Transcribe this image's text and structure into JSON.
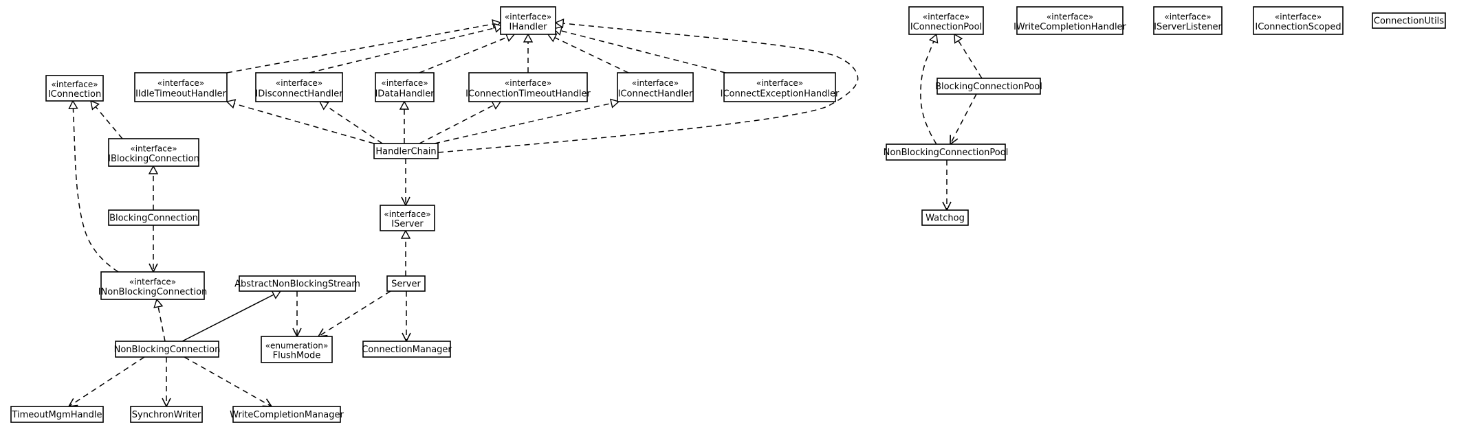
{
  "diagram": {
    "classes": [
      {
        "id": "IHandler",
        "stereotype": "«interface»",
        "name": "IHandler"
      },
      {
        "id": "IConnection",
        "stereotype": "«interface»",
        "name": "IConnection"
      },
      {
        "id": "IIdleTimeoutHandler",
        "stereotype": "«interface»",
        "name": "IIdleTimeoutHandler"
      },
      {
        "id": "IDisconnectHandler",
        "stereotype": "«interface»",
        "name": "IDisconnectHandler"
      },
      {
        "id": "IDataHandler",
        "stereotype": "«interface»",
        "name": "IDataHandler"
      },
      {
        "id": "IConnectionTimeoutHandler",
        "stereotype": "«interface»",
        "name": "IConnectionTimeoutHandler"
      },
      {
        "id": "IConnectHandler",
        "stereotype": "«interface»",
        "name": "IConnectHandler"
      },
      {
        "id": "IConnectExceptionHandler",
        "stereotype": "«interface»",
        "name": "IConnectExceptionHandler"
      },
      {
        "id": "IBlockingConnection",
        "stereotype": "«interface»",
        "name": "IBlockingConnection"
      },
      {
        "id": "HandlerChain",
        "stereotype": "",
        "name": "HandlerChain"
      },
      {
        "id": "IServer",
        "stereotype": "«interface»",
        "name": "IServer"
      },
      {
        "id": "BlockingConnection",
        "stereotype": "",
        "name": "BlockingConnection"
      },
      {
        "id": "INonBlockingConnection",
        "stereotype": "«interface»",
        "name": "INonBlockingConnection"
      },
      {
        "id": "AbstractNonBlockingStream",
        "stereotype": "",
        "name": "AbstractNonBlockingStream"
      },
      {
        "id": "Server",
        "stereotype": "",
        "name": "Server"
      },
      {
        "id": "NonBlockingConnection",
        "stereotype": "",
        "name": "NonBlockingConnection"
      },
      {
        "id": "FlushMode",
        "stereotype": "«enumeration»",
        "name": "FlushMode"
      },
      {
        "id": "ConnectionManager",
        "stereotype": "",
        "name": "ConnectionManager"
      },
      {
        "id": "TimeoutMgmHandle",
        "stereotype": "",
        "name": "TimeoutMgmHandle"
      },
      {
        "id": "SynchronWriter",
        "stereotype": "",
        "name": "SynchronWriter"
      },
      {
        "id": "WriteCompletionManager",
        "stereotype": "",
        "name": "WriteCompletionManager"
      },
      {
        "id": "IConnectionPool",
        "stereotype": "«interface»",
        "name": "IConnectionPool"
      },
      {
        "id": "IWriteCompletionHandler",
        "stereotype": "«interface»",
        "name": "IWriteCompletionHandler"
      },
      {
        "id": "IServerListener",
        "stereotype": "«interface»",
        "name": "IServerListener"
      },
      {
        "id": "IConnectionScoped",
        "stereotype": "«interface»",
        "name": "IConnectionScoped"
      },
      {
        "id": "ConnectionUtils",
        "stereotype": "",
        "name": "ConnectionUtils"
      },
      {
        "id": "BlockingConnectionPool",
        "stereotype": "",
        "name": "BlockingConnectionPool"
      },
      {
        "id": "NonBlockingConnectionPool",
        "stereotype": "",
        "name": "NonBlockingConnectionPool"
      },
      {
        "id": "Watchog",
        "stereotype": "",
        "name": "Watchog"
      }
    ],
    "relations": [
      {
        "from": "IIdleTimeoutHandler",
        "to": "IHandler",
        "kind": "realization"
      },
      {
        "from": "IDisconnectHandler",
        "to": "IHandler",
        "kind": "realization"
      },
      {
        "from": "IDataHandler",
        "to": "IHandler",
        "kind": "realization"
      },
      {
        "from": "IConnectionTimeoutHandler",
        "to": "IHandler",
        "kind": "realization"
      },
      {
        "from": "IConnectHandler",
        "to": "IHandler",
        "kind": "realization"
      },
      {
        "from": "IConnectExceptionHandler",
        "to": "IHandler",
        "kind": "realization"
      },
      {
        "from": "HandlerChain",
        "to": "IHandler",
        "kind": "realization"
      },
      {
        "from": "HandlerChain",
        "to": "IIdleTimeoutHandler",
        "kind": "realization"
      },
      {
        "from": "HandlerChain",
        "to": "IDisconnectHandler",
        "kind": "realization"
      },
      {
        "from": "HandlerChain",
        "to": "IDataHandler",
        "kind": "realization"
      },
      {
        "from": "HandlerChain",
        "to": "IConnectionTimeoutHandler",
        "kind": "realization"
      },
      {
        "from": "HandlerChain",
        "to": "IConnectHandler",
        "kind": "realization"
      },
      {
        "from": "HandlerChain",
        "to": "IServer",
        "kind": "dependency"
      },
      {
        "from": "IBlockingConnection",
        "to": "IConnection",
        "kind": "realization"
      },
      {
        "from": "INonBlockingConnection",
        "to": "IConnection",
        "kind": "realization"
      },
      {
        "from": "BlockingConnection",
        "to": "IBlockingConnection",
        "kind": "realization"
      },
      {
        "from": "BlockingConnection",
        "to": "INonBlockingConnection",
        "kind": "dependency"
      },
      {
        "from": "NonBlockingConnection",
        "to": "INonBlockingConnection",
        "kind": "realization"
      },
      {
        "from": "NonBlockingConnection",
        "to": "AbstractNonBlockingStream",
        "kind": "generalization"
      },
      {
        "from": "AbstractNonBlockingStream",
        "to": "FlushMode",
        "kind": "dependency"
      },
      {
        "from": "Server",
        "to": "IServer",
        "kind": "realization"
      },
      {
        "from": "Server",
        "to": "FlushMode",
        "kind": "dependency"
      },
      {
        "from": "Server",
        "to": "ConnectionManager",
        "kind": "dependency"
      },
      {
        "from": "NonBlockingConnection",
        "to": "TimeoutMgmHandle",
        "kind": "dependency"
      },
      {
        "from": "NonBlockingConnection",
        "to": "SynchronWriter",
        "kind": "dependency"
      },
      {
        "from": "NonBlockingConnection",
        "to": "WriteCompletionManager",
        "kind": "dependency"
      },
      {
        "from": "BlockingConnectionPool",
        "to": "IConnectionPool",
        "kind": "realization"
      },
      {
        "from": "NonBlockingConnectionPool",
        "to": "IConnectionPool",
        "kind": "realization"
      },
      {
        "from": "BlockingConnectionPool",
        "to": "NonBlockingConnectionPool",
        "kind": "dependency"
      },
      {
        "from": "NonBlockingConnectionPool",
        "to": "Watchog",
        "kind": "dependency"
      }
    ]
  }
}
